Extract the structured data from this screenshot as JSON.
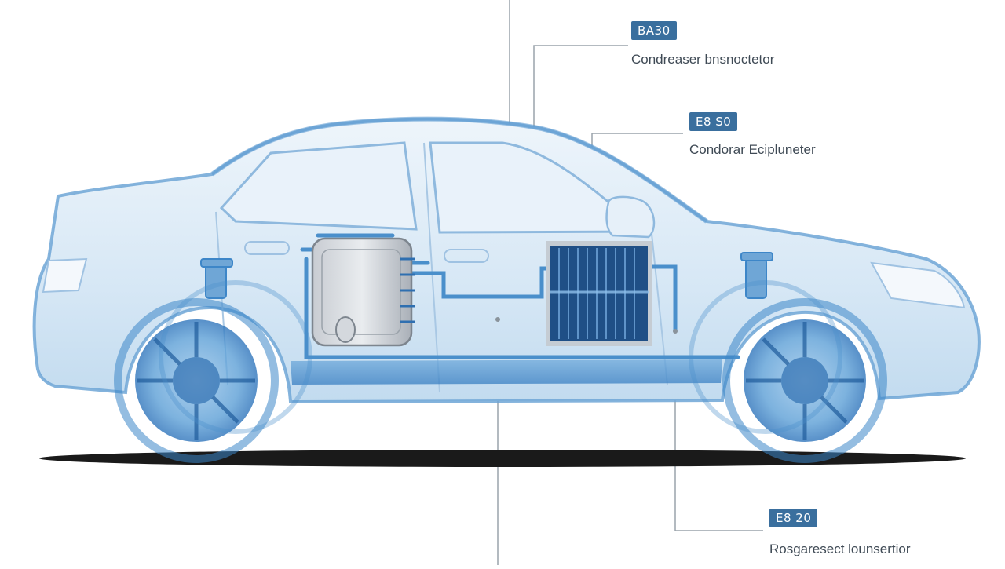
{
  "callouts": [
    {
      "code": "BA30",
      "label": "Condreaser bnsnoctetor"
    },
    {
      "code": "E8 S0",
      "label": "Condorar Ecipluneter"
    },
    {
      "code": "E8 20",
      "label": "Rosgaresect lounsertior"
    }
  ],
  "colors": {
    "badge": "#3a6f9e",
    "body_outline": "#7fb0d8",
    "glass": "#dceaf6",
    "wheel": "#3d86c8",
    "pipe": "#4a8fcb",
    "ground_shadow": "#1a1a1a",
    "leader_line": "#9aa3ab"
  }
}
